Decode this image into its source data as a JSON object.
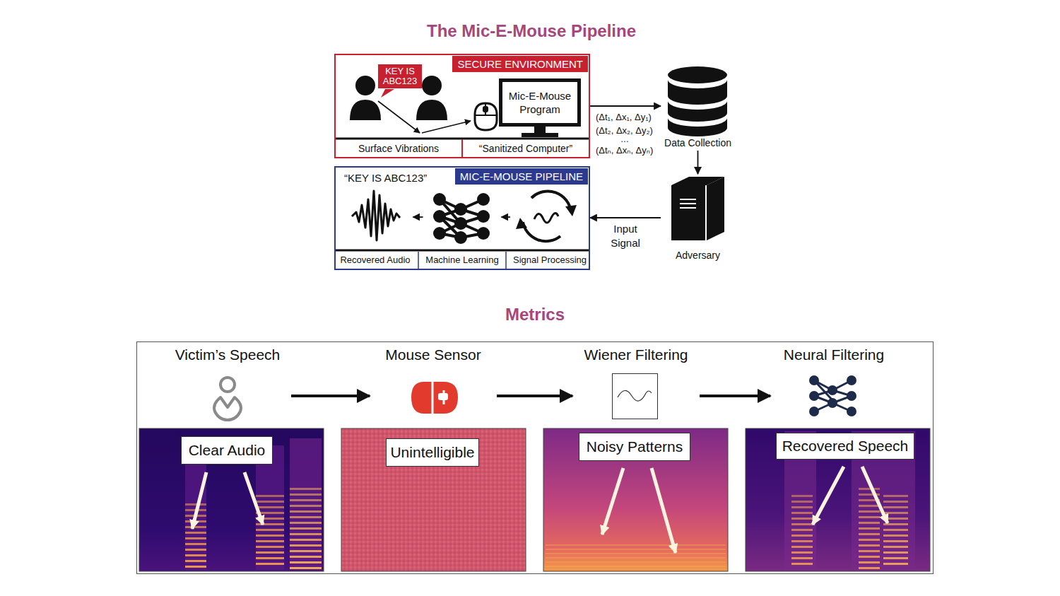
{
  "diagram": {
    "title": "The Mic-E-Mouse Pipeline",
    "nodes": [
      {
        "text": [
          "SECURE ENVIRONMENT"
        ]
      },
      {
        "text": [
          "KEY IS ABC123"
        ],
        "in": 0
      },
      {
        "text": [
          "Mic-E-Mouse Program"
        ],
        "in": 0
      },
      {
        "text": [
          "Surface Vibrations"
        ],
        "in": 0
      },
      {
        "text": [
          "“Sanitized Computer”"
        ],
        "in": 0
      },
      {
        "text": [
          "Data Collection"
        ]
      },
      {
        "text": [
          "Adversary"
        ]
      },
      {
        "text": [
          "MIC-E-MOUSE PIPELINE",
          "“KEY IS ABC123”"
        ]
      },
      {
        "text": [
          "Recovered Audio"
        ],
        "in": 7
      },
      {
        "text": [
          "Machine Learning"
        ],
        "in": 7
      },
      {
        "text": [
          "Signal Processing"
        ],
        "in": 7
      },
      {
        "text": [
          "Victim’s Speech"
        ]
      },
      {
        "text": [
          "Mouse Sensor"
        ]
      },
      {
        "text": [
          "Wiener Filtering"
        ]
      },
      {
        "text": [
          "Neural Filtering"
        ]
      },
      {
        "text": [
          "Clear Audio"
        ]
      },
      {
        "text": [
          "Unintelligible"
        ]
      },
      {
        "text": [
          "Noisy Patterns"
        ]
      },
      {
        "text": [
          "Recovered Speech"
        ]
      }
    ],
    "edges": [
      {
        "from": 0,
        "to": 5,
        "arrow": "to"
      },
      {
        "from": 5,
        "to": 6,
        "arrow": "to"
      },
      {
        "from": 6,
        "to": 7,
        "label": "Input Signal",
        "arrow": "to"
      },
      {
        "from": 10,
        "to": 9,
        "arrow": "to"
      },
      {
        "from": 9,
        "to": 8,
        "arrow": "to"
      },
      {
        "from": 11,
        "to": 12,
        "arrow": "to"
      },
      {
        "from": 12,
        "to": 13,
        "arrow": "to"
      },
      {
        "from": 13,
        "to": 14,
        "arrow": "to"
      }
    ],
    "labels": [
      "(Δt₁, Δx₁, Δy₁)",
      "(Δt₂, Δx₂, Δy₂)",
      "…",
      "(Δtₙ, Δxₙ, Δyₙ)",
      "Metrics"
    ]
  }
}
